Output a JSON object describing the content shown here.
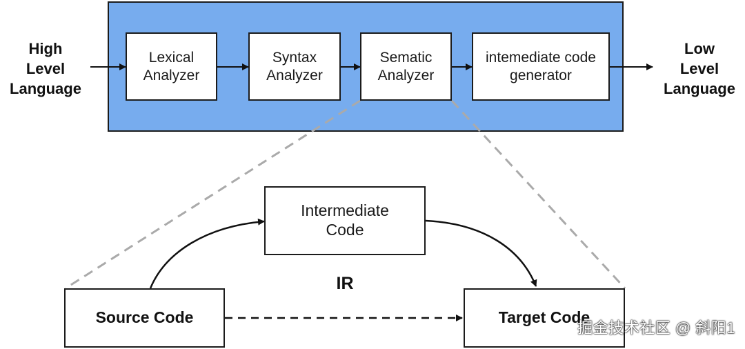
{
  "pipeline": {
    "input_label": "High\nLevel\nLanguage",
    "output_label": "Low\nLevel\nLanguage",
    "stages": [
      {
        "label": "Lexical\nAnalyzer"
      },
      {
        "label": "Syntax\nAnalyzer"
      },
      {
        "label": "Sematic\nAnalyzer"
      },
      {
        "label": "intemediate code\ngenerator"
      }
    ]
  },
  "detail": {
    "source": "Source Code",
    "intermediate": "Intermediate\nCode",
    "target": "Target Code",
    "ir_label": "IR"
  },
  "watermark": "掘金技术社区 @ 斜阳1",
  "colors": {
    "panel": "#77acee",
    "border": "#1b1b1b",
    "zoom_lines": "#aaaaaa"
  }
}
